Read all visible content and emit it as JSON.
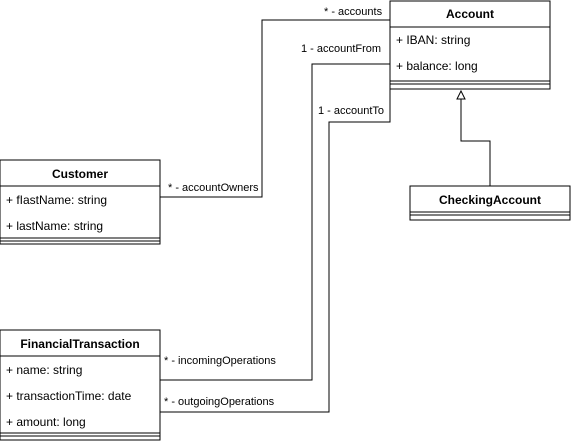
{
  "classes": {
    "account": {
      "name": "Account",
      "attributes": [
        "+ IBAN: string",
        "+ balance: long"
      ]
    },
    "customer": {
      "name": "Customer",
      "attributes": [
        "+ fIastName: string",
        "+ lastName: string"
      ]
    },
    "checking": {
      "name": "CheckingAccount",
      "attributes": []
    },
    "transaction": {
      "name": "FinancialTransaction",
      "attributes": [
        "+ name: string",
        "+ transactionTime: date",
        "+ amount: long"
      ]
    }
  },
  "associations": {
    "accounts": "* - accounts",
    "accountFrom": "1 - accountFrom",
    "accountTo": "1 - accountTo",
    "accountOwners": "* - accountOwners",
    "incomingOperations": "* - incomingOperations",
    "outgoingOperations": "* - outgoingOperations"
  }
}
